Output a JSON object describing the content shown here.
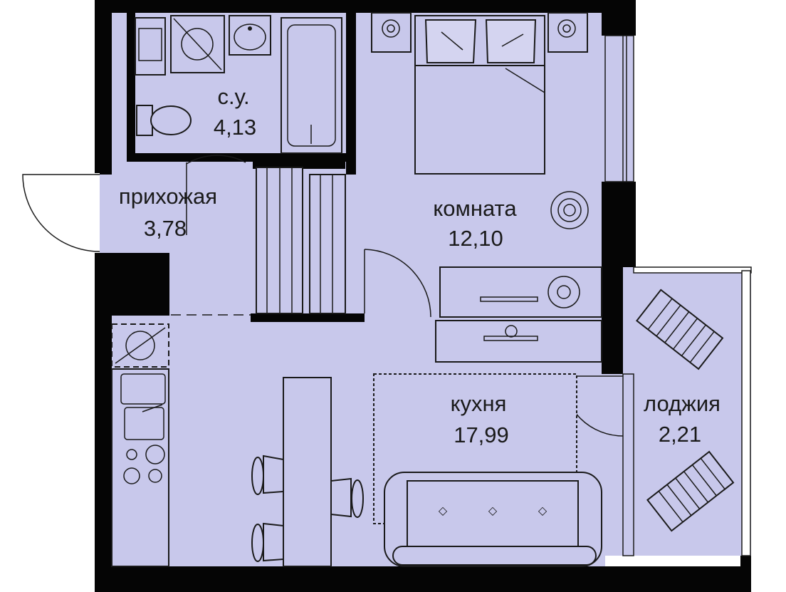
{
  "colors": {
    "floor": "#c8c8eb",
    "wall": "#050505",
    "outline": "#1a1a1a",
    "background": "#ffffff"
  },
  "rooms": [
    {
      "id": "bathroom",
      "name": "с.у.",
      "area": "4,13"
    },
    {
      "id": "hallway",
      "name": "прихожая",
      "area": "3,78"
    },
    {
      "id": "bedroom",
      "name": "комната",
      "area": "12,10"
    },
    {
      "id": "kitchen",
      "name": "кухня",
      "area": "17,99"
    },
    {
      "id": "loggia",
      "name": "лоджия",
      "area": "2,21"
    }
  ],
  "icons": [
    "washing-machine-icon",
    "sink-icon",
    "toilet-icon",
    "bathtub-icon",
    "bed-icon",
    "pillow-icon",
    "nightstand-icon",
    "plant-icon",
    "desk-icon",
    "sofa-icon",
    "rug-icon",
    "bar-chair-icon",
    "stove-icon",
    "kitchen-sink-icon",
    "lounger-icon",
    "door-icon",
    "electric-panel-icon",
    "wardrobe-icon"
  ]
}
